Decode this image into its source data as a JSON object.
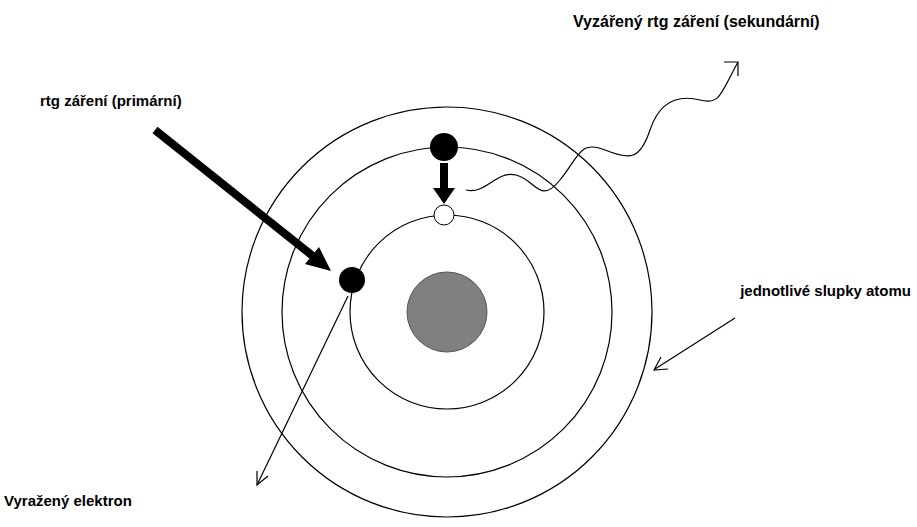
{
  "diagram": {
    "labels": [
      "Vyzářený rtg záření (sekundární)",
      "rtg záření (primární)",
      "jednotlivé slupky atomu",
      "Vyražený elektron"
    ]
  }
}
